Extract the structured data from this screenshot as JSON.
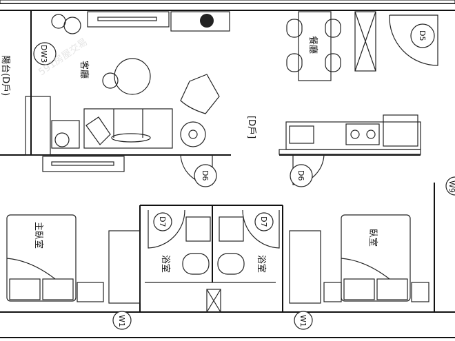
{
  "rooms": {
    "living": "客廳",
    "dining": "餐廳",
    "balcony": "陽台(D戶)",
    "unit": "[D戶]",
    "master_bedroom": "主臥室",
    "bedroom": "臥室",
    "bath_left": "浴室",
    "bath_right": "浴室"
  },
  "tags": {
    "dw3": "DW3",
    "d5": "D5",
    "d6_left": "D6",
    "d6_right": "D6",
    "d7_left": "D7",
    "d7_right": "D7",
    "w1_left": "W1",
    "w1_right": "W1",
    "w9": "W9"
  },
  "watermark": "591房屋交易"
}
